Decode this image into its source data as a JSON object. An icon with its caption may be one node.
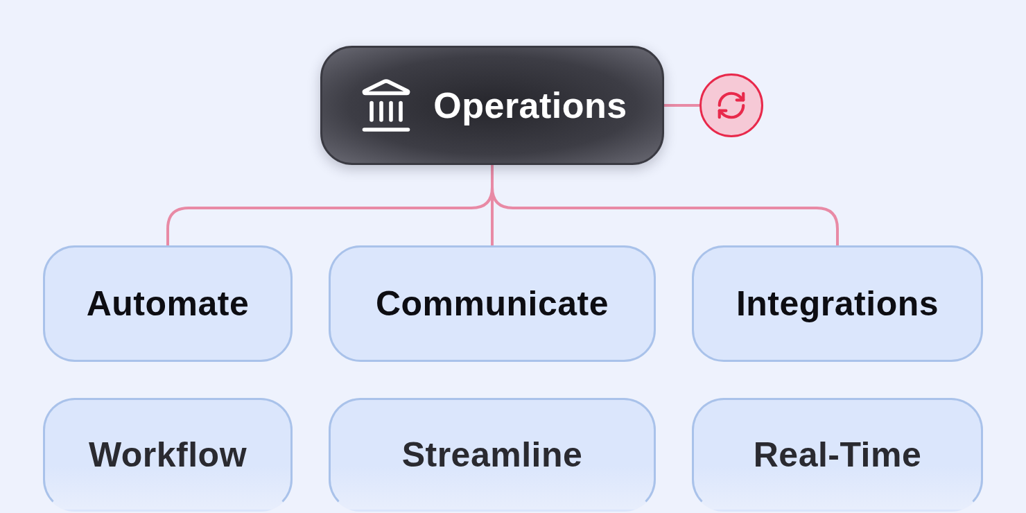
{
  "diagram": {
    "nodes": [
      {
        "text": [
          "Operations"
        ]
      },
      {
        "text": [],
        "shape": "circle"
      },
      {
        "text": [
          "Automate"
        ]
      },
      {
        "text": [
          "Communicate"
        ]
      },
      {
        "text": [
          "Integrations"
        ]
      },
      {
        "text": [
          "Workflow"
        ]
      },
      {
        "text": [
          "Streamline"
        ]
      },
      {
        "text": [
          "Real-Time"
        ]
      }
    ],
    "edges": [
      {
        "from": 0,
        "to": 1,
        "arrow": "none"
      },
      {
        "from": 0,
        "to": 2,
        "arrow": "none"
      },
      {
        "from": 0,
        "to": 3,
        "arrow": "none"
      },
      {
        "from": 0,
        "to": 4,
        "arrow": "none"
      }
    ]
  }
}
